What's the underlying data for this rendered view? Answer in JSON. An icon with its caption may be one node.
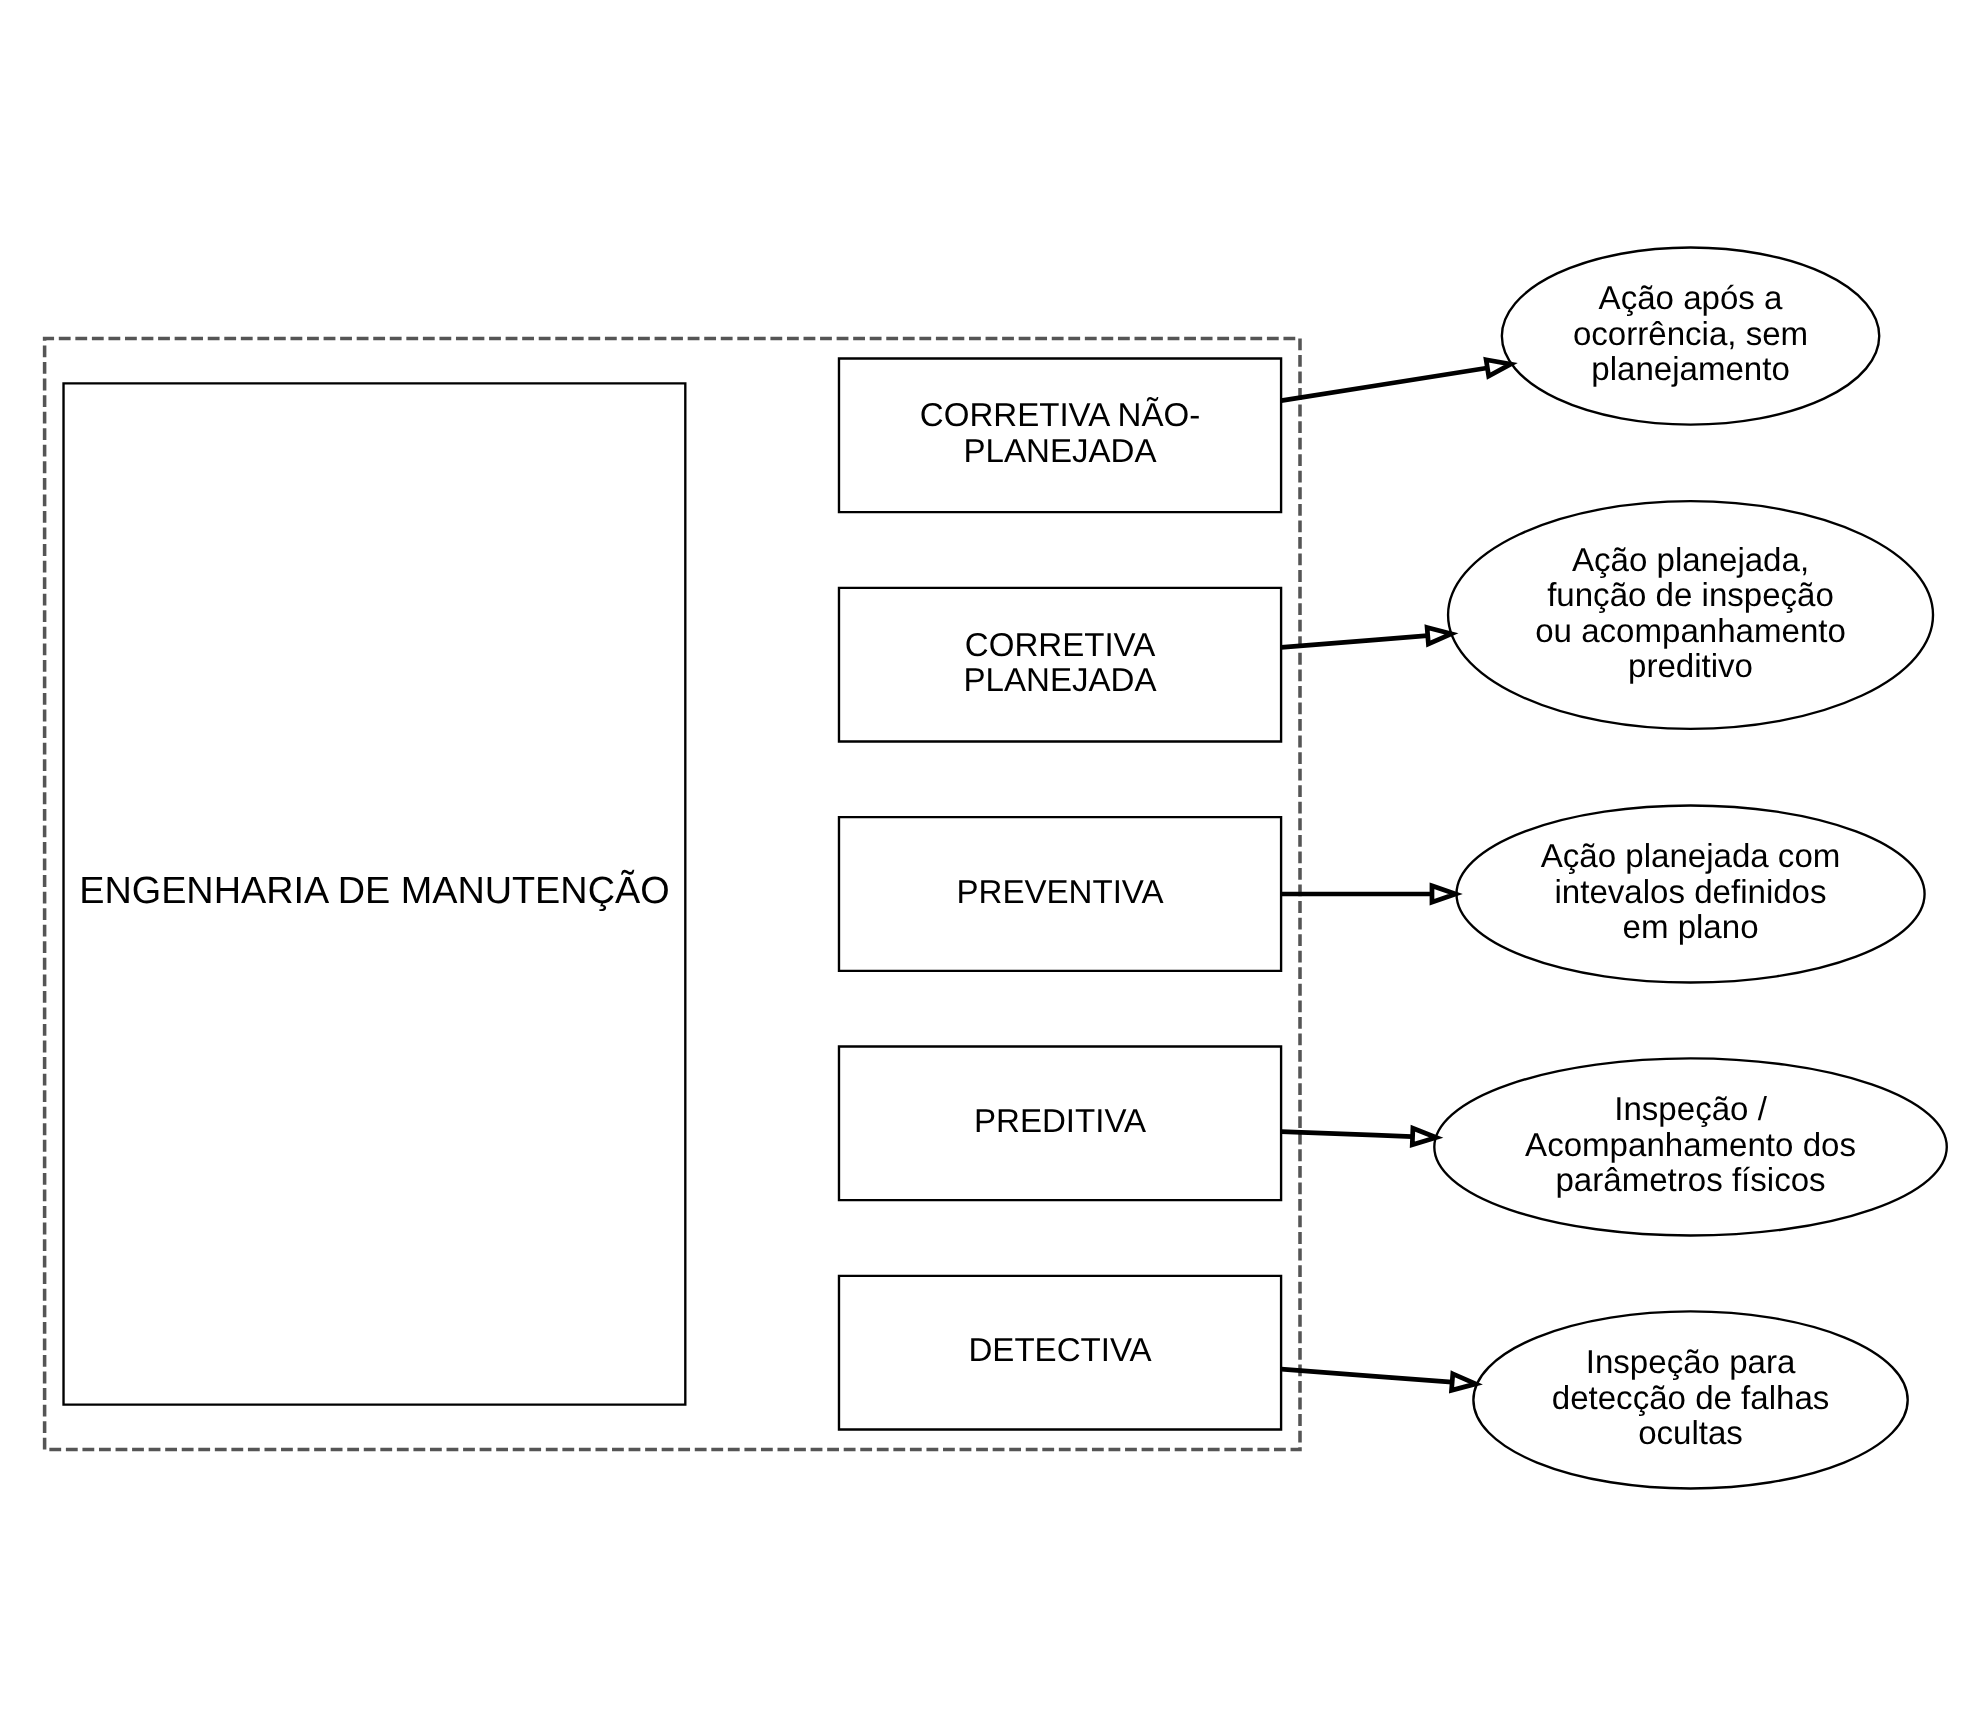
{
  "diagram": {
    "nodes": [
      {
        "text": [],
        "shape": "box"
      },
      {
        "text": [
          "ENGENHARIA DE MANUTENÇÃO"
        ],
        "in": 0
      },
      {
        "text": [
          "CORRETIVA NÃO-PLANEJADA"
        ],
        "in": 0
      },
      {
        "text": [
          "CORRETIVA PLANEJADA"
        ],
        "in": 0
      },
      {
        "text": [
          "PREVENTIVA"
        ],
        "in": 0
      },
      {
        "text": [
          "PREDITIVA"
        ],
        "in": 0
      },
      {
        "text": [
          "DETECTIVA"
        ],
        "in": 0
      },
      {
        "text": [
          "Ação após a ocorrência, sem planejamento"
        ]
      },
      {
        "text": [
          "Ação planejada, função de inspeção ou acompanhamento preditivo"
        ]
      },
      {
        "text": [
          "Ação planejada com intevalos definidos em plano"
        ]
      },
      {
        "text": [
          "Inspeção / Acompanhamento dos parâmetros físicos"
        ]
      },
      {
        "text": [
          "Inspeção para detecção de falhas ocultas"
        ]
      }
    ],
    "edges": [
      {
        "from": 2,
        "to": 7,
        "arrow": "to"
      },
      {
        "from": 3,
        "to": 8,
        "arrow": "to"
      },
      {
        "from": 4,
        "to": 9,
        "arrow": "to"
      },
      {
        "from": 5,
        "to": 10,
        "arrow": "to"
      },
      {
        "from": 6,
        "to": 11,
        "arrow": "to"
      }
    ]
  }
}
